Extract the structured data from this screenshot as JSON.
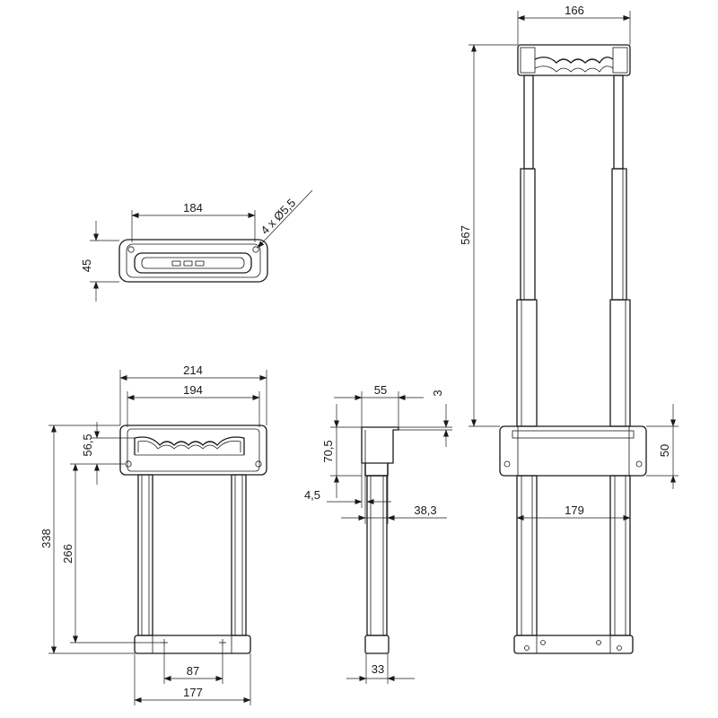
{
  "dimensions": {
    "top_view_width": "184",
    "top_view_height": "45",
    "top_view_holes": "4 x Ø5,5",
    "front_outer_width": "214",
    "front_inner_width": "194",
    "front_handle_height": "56,5",
    "front_mount_height": "266",
    "front_total_height": "338",
    "front_foot_span": "87",
    "front_foot_width": "177",
    "side_bracket_width": "55",
    "side_bracket_thickness": "3",
    "side_bracket_height": "70,5",
    "side_offset": "4,5",
    "side_tube_depth": "38,3",
    "side_tube_width": "33",
    "ext_top_width": "166",
    "ext_height": "567",
    "ext_head_height": "50",
    "ext_tube_span": "179"
  },
  "colors": {
    "line": "#1a1a1a",
    "background": "#ffffff"
  }
}
